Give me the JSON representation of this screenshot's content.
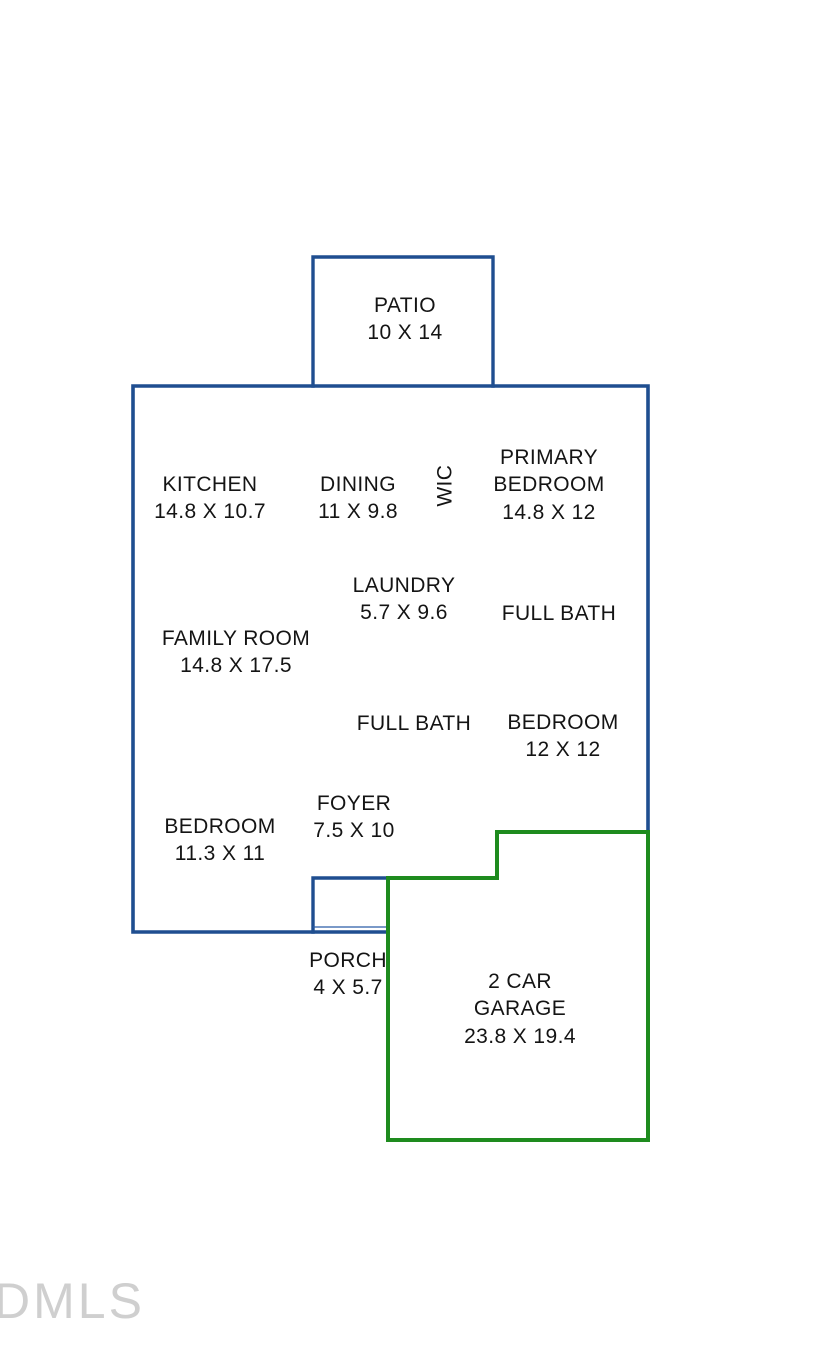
{
  "document": {
    "type": "floor-plan",
    "title": "Residential Floor Plan",
    "background_color": "#ffffff"
  },
  "colors": {
    "main_outline": "#1F4E90",
    "garage_outline": "#1E8B1E",
    "interior_line": "#2A5CA8",
    "label_text": "#141414",
    "watermark": "#cfcfcf"
  },
  "watermarks": {
    "bottom_left": "DMLS"
  },
  "rooms": [
    {
      "id": "patio",
      "name": "PATIO",
      "dims": "10 X 14",
      "orientation": "horizontal"
    },
    {
      "id": "kitchen",
      "name": "KITCHEN",
      "dims": "14.8 X 10.7",
      "orientation": "horizontal"
    },
    {
      "id": "dining",
      "name": "DINING",
      "dims": "11 X 9.8",
      "orientation": "horizontal"
    },
    {
      "id": "wic",
      "name": "WIC",
      "dims": "",
      "orientation": "vertical"
    },
    {
      "id": "primary-bedroom",
      "name": "PRIMARY",
      "name2": "BEDROOM",
      "dims": "14.8 X 12",
      "orientation": "horizontal"
    },
    {
      "id": "laundry",
      "name": "LAUNDRY",
      "dims": "5.7 X 9.6",
      "orientation": "horizontal"
    },
    {
      "id": "full-bath-upper",
      "name": "FULL BATH",
      "dims": "",
      "orientation": "horizontal"
    },
    {
      "id": "family-room",
      "name": "FAMILY ROOM",
      "dims": "14.8 X 17.5",
      "orientation": "horizontal"
    },
    {
      "id": "full-bath-lower",
      "name": "FULL BATH",
      "dims": "",
      "orientation": "horizontal"
    },
    {
      "id": "bedroom-2",
      "name": "BEDROOM",
      "dims": "12 X 12",
      "orientation": "horizontal"
    },
    {
      "id": "bedroom-3",
      "name": "BEDROOM",
      "dims": "11.3 X 11",
      "orientation": "horizontal"
    },
    {
      "id": "foyer",
      "name": "FOYER",
      "dims": "7.5 X 10",
      "orientation": "horizontal"
    },
    {
      "id": "porch",
      "name": "PORCH",
      "dims": "4 X 5.7",
      "orientation": "horizontal"
    },
    {
      "id": "garage",
      "name": "2 CAR",
      "name2": "GARAGE",
      "dims": "23.8 X 19.4",
      "orientation": "horizontal"
    }
  ],
  "labels": {
    "patio_name": "PATIO",
    "patio_dims": "10 X 14",
    "kitchen_name": "KITCHEN",
    "kitchen_dims": "14.8 X 10.7",
    "dining_name": "DINING",
    "dining_dims": "11 X 9.8",
    "wic_name": "WIC",
    "primary_line1": "PRIMARY",
    "primary_line2": "BEDROOM",
    "primary_dims": "14.8 X 12",
    "laundry_name": "LAUNDRY",
    "laundry_dims": "5.7 X 9.6",
    "full_bath_upper": "FULL BATH",
    "family_room_name": "FAMILY ROOM",
    "family_room_dims": "14.8 X 17.5",
    "full_bath_lower": "FULL BATH",
    "bedroom2_name": "BEDROOM",
    "bedroom2_dims": "12 X 12",
    "bedroom3_name": "BEDROOM",
    "bedroom3_dims": "11.3 X 11",
    "foyer_name": "FOYER",
    "foyer_dims": "7.5 X 10",
    "porch_name": "PORCH",
    "porch_dims": "4 X 5.7",
    "garage_line1": "2 CAR",
    "garage_line2": "GARAGE",
    "garage_dims": "23.8 X 19.4"
  }
}
